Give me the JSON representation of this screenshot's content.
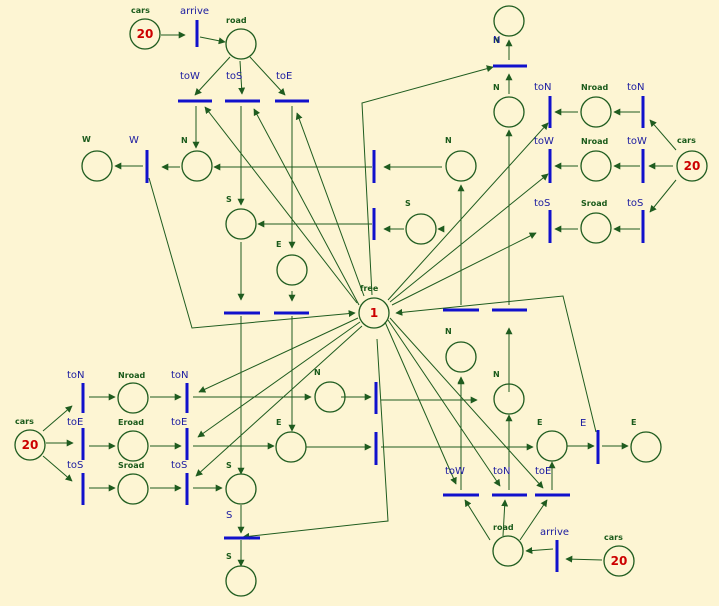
{
  "colors": {
    "background": "#fdf5d3",
    "place": "#1f5c1f",
    "transition": "#1111cc",
    "token": "#cc0000"
  },
  "places": [
    {
      "id": "p_cars_n",
      "label": "cars",
      "tokens": "20"
    },
    {
      "id": "p_road_n",
      "label": "road",
      "tokens": ""
    },
    {
      "id": "p_w_w_out",
      "label": "W",
      "tokens": ""
    },
    {
      "id": "p_nw_n",
      "label": "N",
      "tokens": ""
    },
    {
      "id": "p_nw_s",
      "label": "S",
      "tokens": ""
    },
    {
      "id": "p_nw_e",
      "label": "E",
      "tokens": ""
    },
    {
      "id": "p_n_out",
      "label": "N",
      "tokens": ""
    },
    {
      "id": "p_e_nroad",
      "label": "Nroad",
      "tokens": ""
    },
    {
      "id": "p_e_wroad",
      "label": "Nroad",
      "tokens": ""
    },
    {
      "id": "p_e_sroad",
      "label": "Sroad",
      "tokens": ""
    },
    {
      "id": "p_ne_n",
      "label": "N",
      "tokens": ""
    },
    {
      "id": "p_ne_w",
      "label": "N",
      "tokens": ""
    },
    {
      "id": "p_ne_s",
      "label": "S",
      "tokens": ""
    },
    {
      "id": "p_cars_e",
      "label": "cars",
      "tokens": "20"
    },
    {
      "id": "p_free",
      "label": "free",
      "tokens": "1"
    },
    {
      "id": "p_cars_w",
      "label": "cars",
      "tokens": "20"
    },
    {
      "id": "p_w_nroad",
      "label": "Nroad",
      "tokens": ""
    },
    {
      "id": "p_w_eroad",
      "label": "Eroad",
      "tokens": ""
    },
    {
      "id": "p_w_sroad",
      "label": "Sroad",
      "tokens": ""
    },
    {
      "id": "p_sw_n",
      "label": "N",
      "tokens": ""
    },
    {
      "id": "p_sw_e",
      "label": "E",
      "tokens": ""
    },
    {
      "id": "p_sw_s",
      "label": "S",
      "tokens": ""
    },
    {
      "id": "p_s_out",
      "label": "S",
      "tokens": ""
    },
    {
      "id": "p_se_n2",
      "label": "N",
      "tokens": ""
    },
    {
      "id": "p_se_n",
      "label": "N",
      "tokens": ""
    },
    {
      "id": "p_se_e",
      "label": "E",
      "tokens": ""
    },
    {
      "id": "p_e_out",
      "label": "E",
      "tokens": ""
    },
    {
      "id": "p_road_s",
      "label": "road",
      "tokens": ""
    },
    {
      "id": "p_cars_s",
      "label": "cars",
      "tokens": "20"
    }
  ],
  "transitions": [
    {
      "id": "t_arrive_n",
      "label": "arrive"
    },
    {
      "id": "t_tow_n",
      "label": "toW"
    },
    {
      "id": "t_tos_n",
      "label": "toS"
    },
    {
      "id": "t_toe_n",
      "label": "toE"
    },
    {
      "id": "t_w_exit",
      "label": "W"
    },
    {
      "id": "t_n_exit",
      "label": "N"
    },
    {
      "id": "t_ton_e",
      "label": "toN"
    },
    {
      "id": "t_tow_e",
      "label": "toW"
    },
    {
      "id": "t_tos_e",
      "label": "toS"
    },
    {
      "id": "t_ton_e2",
      "label": "toN"
    },
    {
      "id": "t_tow_e2",
      "label": "toW"
    },
    {
      "id": "t_tos_e2",
      "label": "toS"
    },
    {
      "id": "t_ne_w1",
      "label": ""
    },
    {
      "id": "t_ne_w2",
      "label": ""
    },
    {
      "id": "t_nw_s1",
      "label": ""
    },
    {
      "id": "t_nw_s2",
      "label": ""
    },
    {
      "id": "t_ne_s1",
      "label": ""
    },
    {
      "id": "t_ne_s2",
      "label": ""
    },
    {
      "id": "t_ton_w",
      "label": "toN"
    },
    {
      "id": "t_toe_w",
      "label": "toE"
    },
    {
      "id": "t_tos_w",
      "label": "toS"
    },
    {
      "id": "t_ton_w2",
      "label": "toN"
    },
    {
      "id": "t_toe_w2",
      "label": "toE"
    },
    {
      "id": "t_tos_w2",
      "label": "toS"
    },
    {
      "id": "t_sw_e1",
      "label": ""
    },
    {
      "id": "t_sw_e2",
      "label": ""
    },
    {
      "id": "t_s_exit",
      "label": "S"
    },
    {
      "id": "t_e_exit",
      "label": "E"
    },
    {
      "id": "t_tow_s",
      "label": "toW"
    },
    {
      "id": "t_ton_s",
      "label": "toN"
    },
    {
      "id": "t_toe_s",
      "label": "toE"
    },
    {
      "id": "t_arrive_s",
      "label": "arrive"
    }
  ]
}
